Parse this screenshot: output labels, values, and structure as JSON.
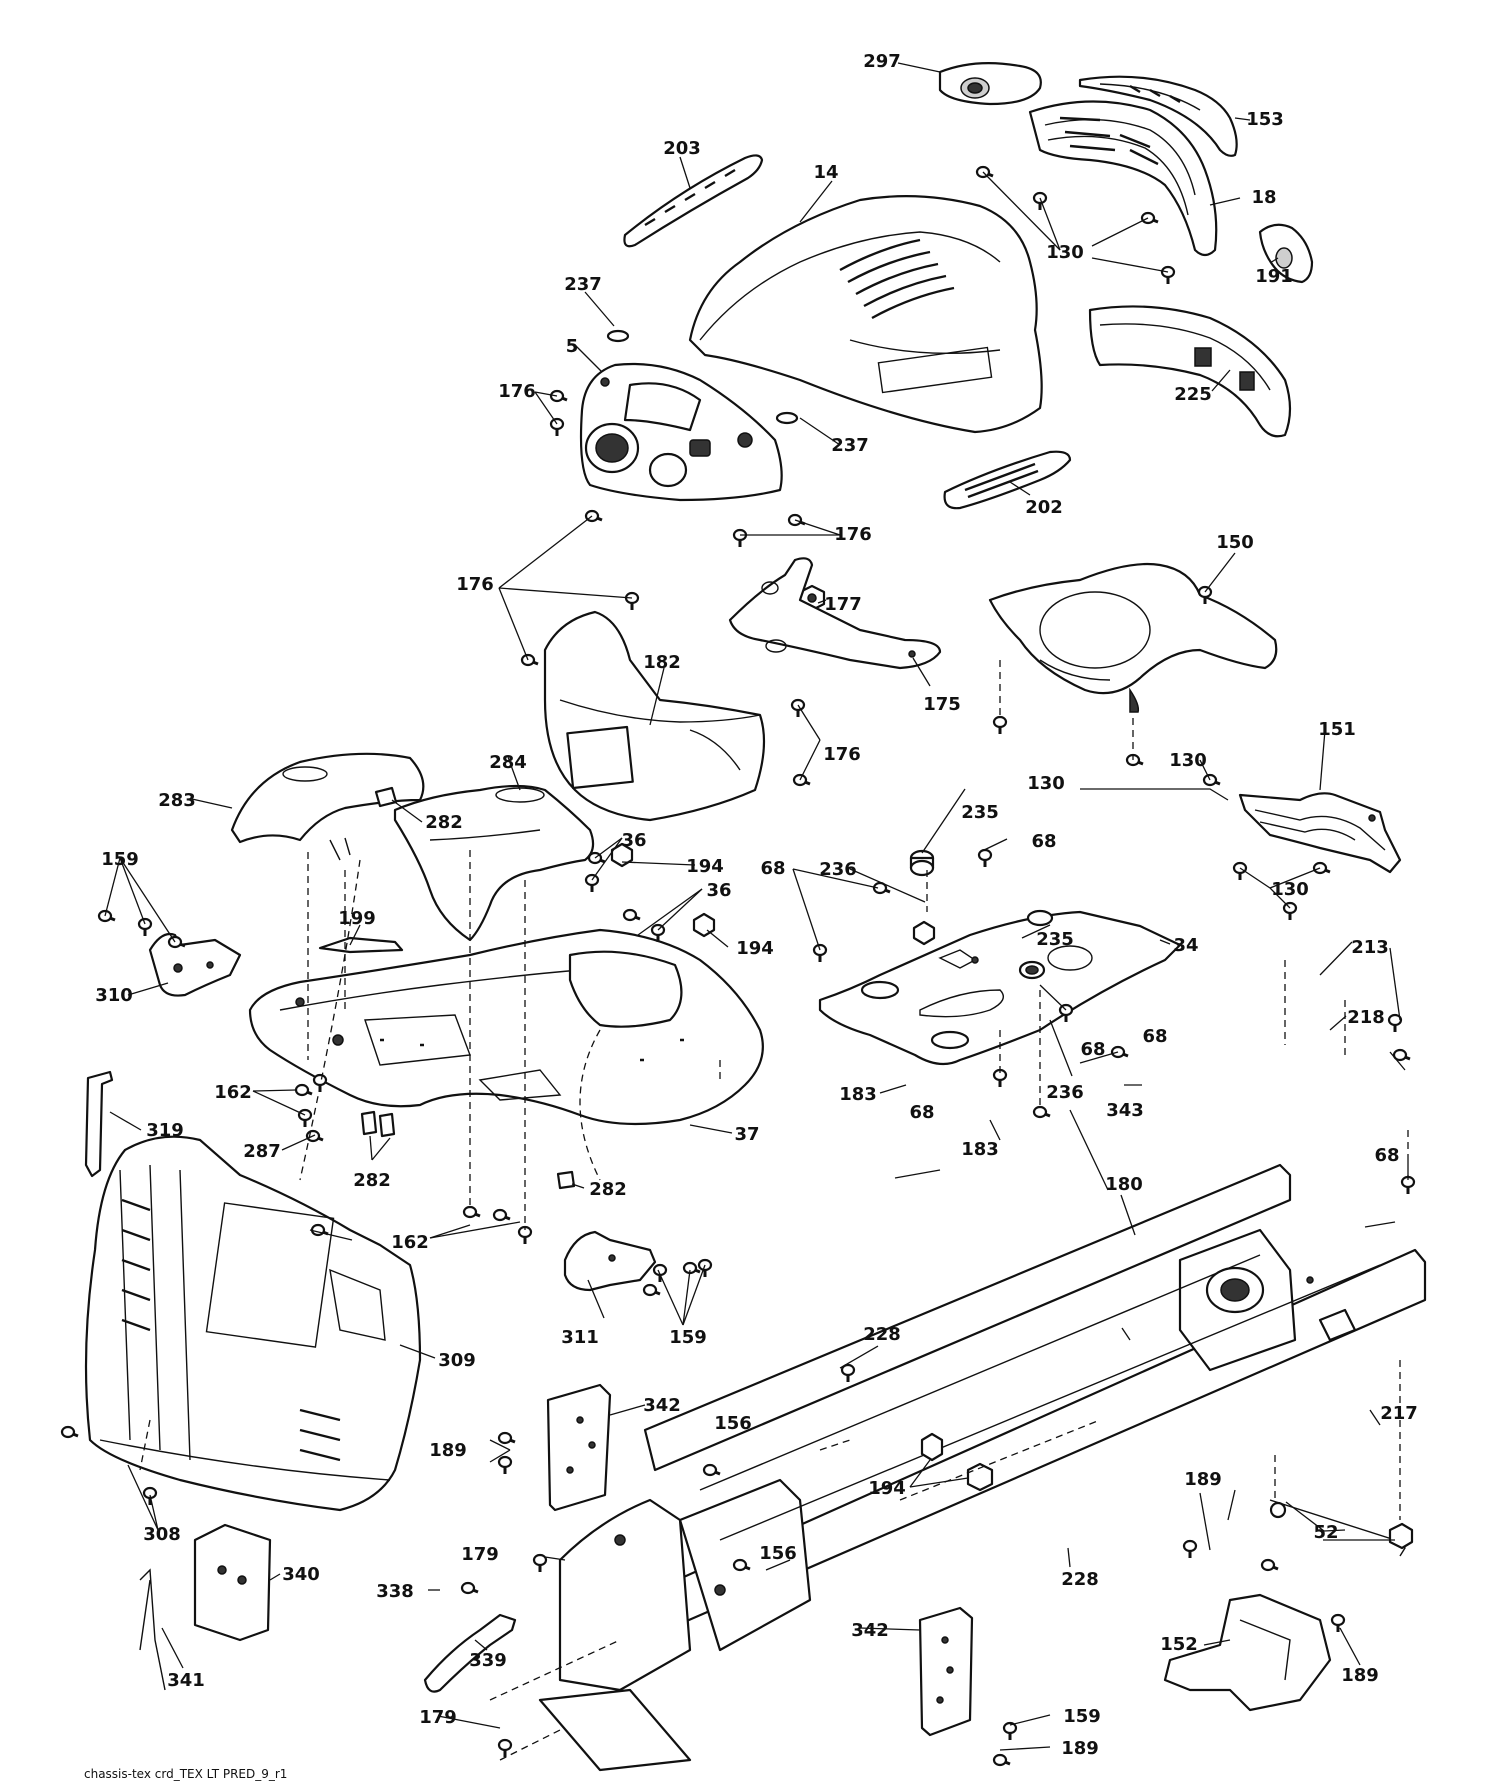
{
  "footer": "chassis-tex crd_TEX LT PRED_9_r1",
  "callouts": [
    "297",
    "153",
    "203",
    "14",
    "18",
    "130",
    "191",
    "237",
    "5",
    "176",
    "237",
    "225",
    "202",
    "176",
    "176",
    "177",
    "150",
    "182",
    "175",
    "176",
    "283",
    "282",
    "284",
    "130",
    "151",
    "130",
    "130",
    "159",
    "235",
    "68",
    "36",
    "194",
    "236",
    "68",
    "199",
    "36",
    "194",
    "235",
    "34",
    "310",
    "213",
    "218",
    "162",
    "68",
    "319",
    "287",
    "37",
    "282",
    "236",
    "183",
    "68",
    "343",
    "183",
    "68",
    "282",
    "180",
    "162",
    "68",
    "311",
    "159",
    "309",
    "228",
    "342",
    "156",
    "217",
    "189",
    "194",
    "189",
    "308",
    "179",
    "156",
    "52",
    "340",
    "338",
    "228",
    "342",
    "339",
    "152",
    "189",
    "341",
    "159",
    "179",
    "189"
  ]
}
